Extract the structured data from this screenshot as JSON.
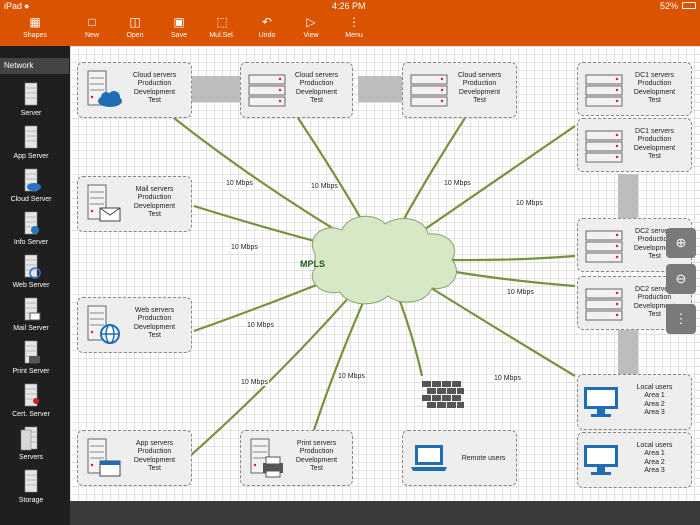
{
  "status": {
    "device": "iPad",
    "wifi_icon": "wifi-icon",
    "time": "4:26 PM",
    "battery": "52%"
  },
  "toolbar": [
    {
      "label": "Shapes",
      "icon": "shapes-icon"
    },
    {
      "label": "New",
      "icon": "new-file-icon"
    },
    {
      "label": "Open",
      "icon": "open-folder-icon"
    },
    {
      "label": "Save",
      "icon": "save-icon"
    },
    {
      "label": "Mul.Sel.",
      "icon": "multi-select-icon"
    },
    {
      "label": "Undo",
      "icon": "undo-icon"
    },
    {
      "label": "View",
      "icon": "view-icon"
    },
    {
      "label": "Menu",
      "icon": "menu-icon"
    }
  ],
  "sidebar": {
    "header": "Network",
    "items": [
      "Server",
      "App Server",
      "Cloud Server",
      "Info Server",
      "Web Server",
      "Mail Server",
      "Print Server",
      "Cert. Server",
      "Servers",
      "Storage"
    ]
  },
  "diagram": {
    "center": "MPLS",
    "nodes": [
      {
        "id": "cloud1",
        "lines": [
          "Cloud servers",
          "Production",
          "Development",
          "Test"
        ]
      },
      {
        "id": "cloud2",
        "lines": [
          "Cloud servers",
          "Production",
          "Development",
          "Test"
        ]
      },
      {
        "id": "cloud3",
        "lines": [
          "Cloud servers",
          "Production",
          "Development",
          "Test"
        ]
      },
      {
        "id": "mail",
        "lines": [
          "Mail servers",
          "Production",
          "Development",
          "Test"
        ]
      },
      {
        "id": "web",
        "lines": [
          "Web servers",
          "Production",
          "Development",
          "Test"
        ]
      },
      {
        "id": "app",
        "lines": [
          "App servers",
          "Production",
          "Development",
          "Test"
        ]
      },
      {
        "id": "print",
        "lines": [
          "Print servers",
          "Production",
          "Development",
          "Test"
        ]
      },
      {
        "id": "remote",
        "lines": [
          "Remote users"
        ]
      },
      {
        "id": "dc1a",
        "lines": [
          "DC1 servers",
          "Production",
          "Development",
          "Test"
        ]
      },
      {
        "id": "dc1b",
        "lines": [
          "DC1 servers",
          "Production",
          "Development",
          "Test"
        ]
      },
      {
        "id": "dc2a",
        "lines": [
          "DC2 servers",
          "Production",
          "Development",
          "Test"
        ]
      },
      {
        "id": "dc2b",
        "lines": [
          "DC2 servers",
          "Production",
          "Development",
          "Test"
        ]
      },
      {
        "id": "local1",
        "lines": [
          "Local users",
          "Area 1",
          "Area 2",
          "Area 3"
        ]
      },
      {
        "id": "local2",
        "lines": [
          "Local users",
          "Area 1",
          "Area 2",
          "Area 3"
        ]
      }
    ],
    "link_label": "10 Mbps",
    "link_colors": {
      "line": "#76923c",
      "cloud_fill": "#d7e8c7",
      "cloud_stroke": "#8aa36a",
      "accent": "#d95300",
      "device_blue": "#1f6db5"
    }
  },
  "zoom_controls": [
    "zoom-in-icon",
    "zoom-out-icon",
    "more-vertical-icon"
  ]
}
